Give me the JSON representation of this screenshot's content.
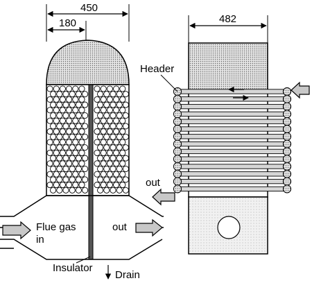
{
  "dimensions": {
    "left_overall_width": "450",
    "left_inner_width": "180",
    "right_width": "482"
  },
  "labels": {
    "header": "Header",
    "flue_gas_line1": "Flue gas",
    "flue_gas_line2": "in",
    "out_left_unit": "out",
    "out_right_unit": "out",
    "insulator": "Insulator",
    "drain": "Drain"
  },
  "colors": {
    "ink": "#000000",
    "dome_fill": "#bdbdbd",
    "tube_fill": "#cfcfcf",
    "bottom_fill": "#e6e6e6",
    "arrow_fill": "#c8c8c8"
  }
}
